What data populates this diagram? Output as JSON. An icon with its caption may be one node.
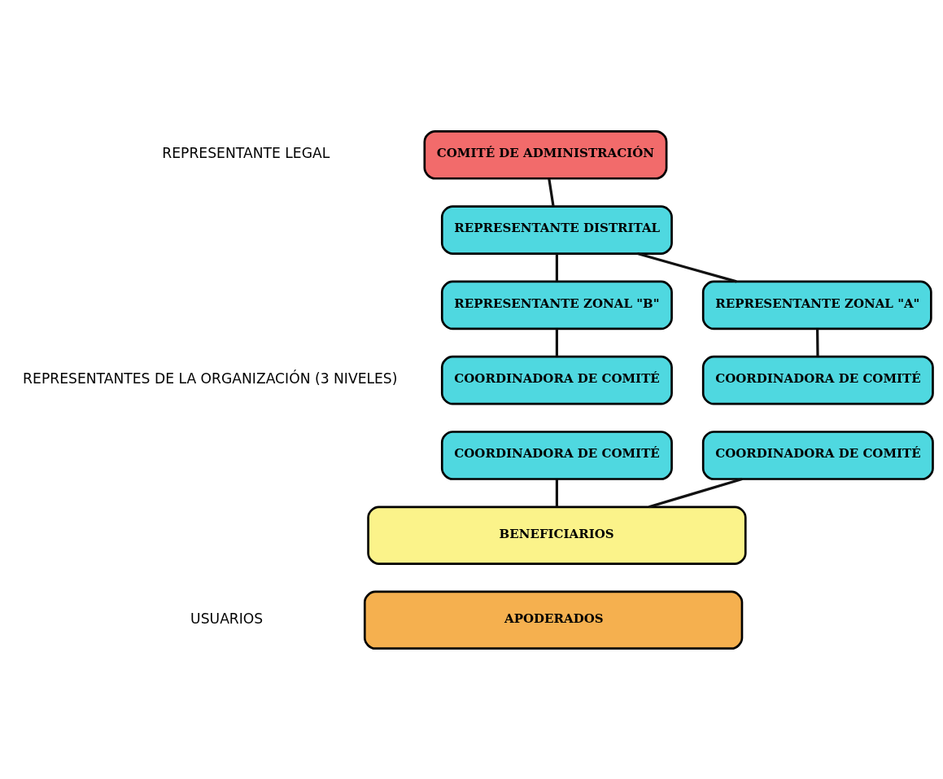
{
  "diagram": {
    "nodes": [
      {
        "text": [
          "COMITÉ DE ADMINISTRACIÓN"
        ]
      },
      {
        "text": [
          "REPRESENTANTE DISTRITAL"
        ]
      },
      {
        "text": [
          "REPRESENTANTE ZONAL \"A\""
        ]
      },
      {
        "text": [
          "REPRESENTANTE ZONAL \"B\""
        ]
      },
      {
        "text": [
          "COORDINADORA DE COMITÉ"
        ]
      },
      {
        "text": [
          "COORDINADORA DE COMITÉ"
        ]
      },
      {
        "text": [
          "COORDINADORA DE COMITÉ"
        ]
      },
      {
        "text": [
          "COORDINADORA DE COMITÉ"
        ]
      },
      {
        "text": [
          "BENEFICIARIOS"
        ]
      },
      {
        "text": [
          "APODERADOS"
        ]
      }
    ],
    "edges": [
      {
        "from": 0,
        "to": 1,
        "arrow": "none"
      },
      {
        "from": 1,
        "to": 2,
        "arrow": "none"
      },
      {
        "from": 1,
        "to": 3,
        "arrow": "none"
      },
      {
        "from": 2,
        "to": 4,
        "arrow": "none"
      },
      {
        "from": 3,
        "to": 5,
        "arrow": "none"
      },
      {
        "from": 6,
        "to": 8,
        "arrow": "none"
      },
      {
        "from": 7,
        "to": 8,
        "arrow": "none"
      }
    ],
    "labels": [
      "REPRESENTANTE LEGAL",
      "REPRESENTANTES DE LA ORGANIZACIÓN (3 NIVELES)",
      "USUARIOS"
    ]
  }
}
